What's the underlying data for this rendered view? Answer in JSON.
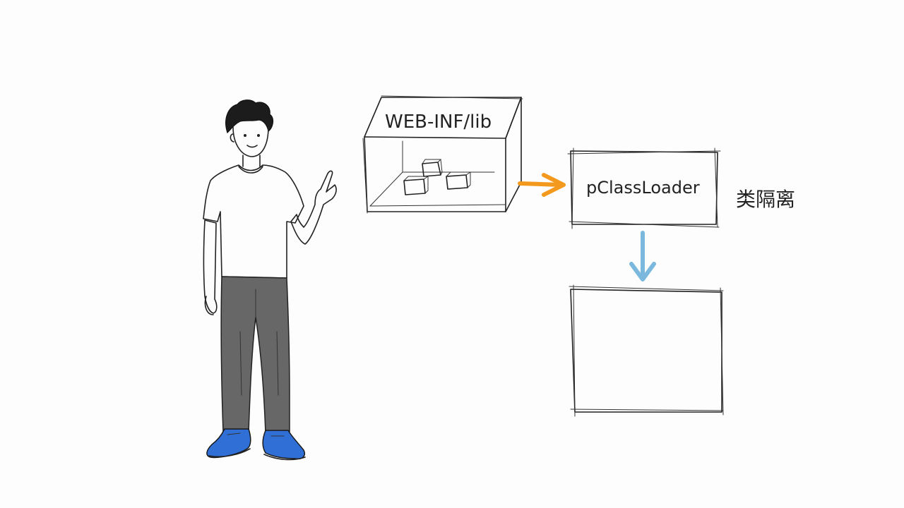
{
  "diagram": {
    "lib_box": {
      "label": "WEB-INF/lib"
    },
    "loader_box": {
      "label": "pClassLoader"
    },
    "side_note": "类隔离",
    "colors": {
      "orange_arrow": "#f39a1e",
      "blue_arrow": "#7ab8de",
      "shoes": "#2f6fd6",
      "pants": "#666666",
      "ink": "#222222"
    },
    "icons": [
      "person-figure",
      "jar-cube-icon",
      "arrow-right-icon",
      "arrow-down-icon"
    ]
  }
}
